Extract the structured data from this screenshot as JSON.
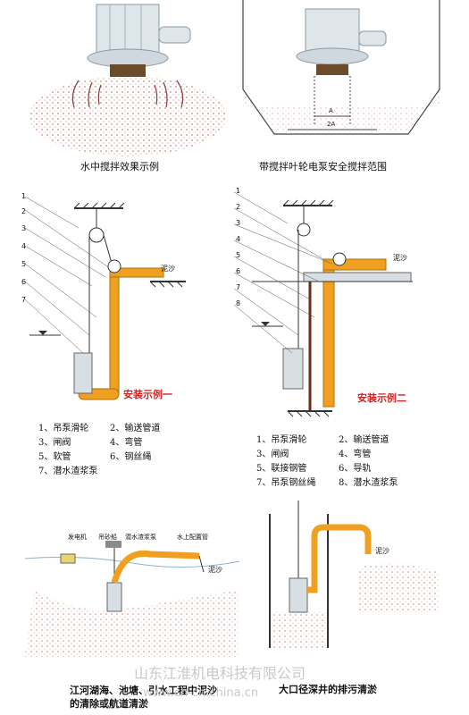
{
  "captions": {
    "top_left": "水中搅拌效果示例",
    "top_right": "带搅拌叶轮电泵安全搅拌范围",
    "dim_a": "A",
    "dim_2a": "2A",
    "bottom_left": "江河湖海、池塘、引水工程中泥沙的清除或航道清淤",
    "bottom_right": "大口径深井的排污清淤"
  },
  "example1": {
    "title": "安装示例一",
    "mud": "泥沙",
    "numbers": [
      "1",
      "2",
      "3",
      "4",
      "5",
      "6",
      "7"
    ],
    "legend": [
      [
        "1、吊泵滑轮",
        "2、输送管道"
      ],
      [
        "3、闸阀",
        "4、弯管"
      ],
      [
        "5、软管",
        "6、钢丝绳"
      ],
      [
        "7、潜水渣浆泵",
        ""
      ]
    ]
  },
  "example2": {
    "title": "安装示例二",
    "mud": "泥沙",
    "numbers": [
      "1",
      "2",
      "3",
      "4",
      "5",
      "6",
      "7",
      "8"
    ],
    "legend": [
      [
        "1、吊泵滑轮",
        "2、输送管道"
      ],
      [
        "3、闸阀",
        "4、弯管"
      ],
      [
        "5、联接钢管",
        "6、导轨"
      ],
      [
        "7、吊泵钢丝绳",
        "8、潜水渣浆泵"
      ]
    ]
  },
  "bottom_left_labels": {
    "generator": "发电机",
    "winch": "吊砂船",
    "pump": "潜水渣浆泵",
    "pipe": "水上配置管",
    "mud": "泥沙"
  },
  "bottom_right_labels": {
    "mud": "泥沙"
  },
  "watermark": {
    "company": "山东江淮机电科技有限公司",
    "site": "www.ch-cn.china.cn"
  },
  "colors": {
    "pipe": "#f0a020",
    "sediment": "#d9a8a0",
    "accent_red": "#d42020"
  }
}
